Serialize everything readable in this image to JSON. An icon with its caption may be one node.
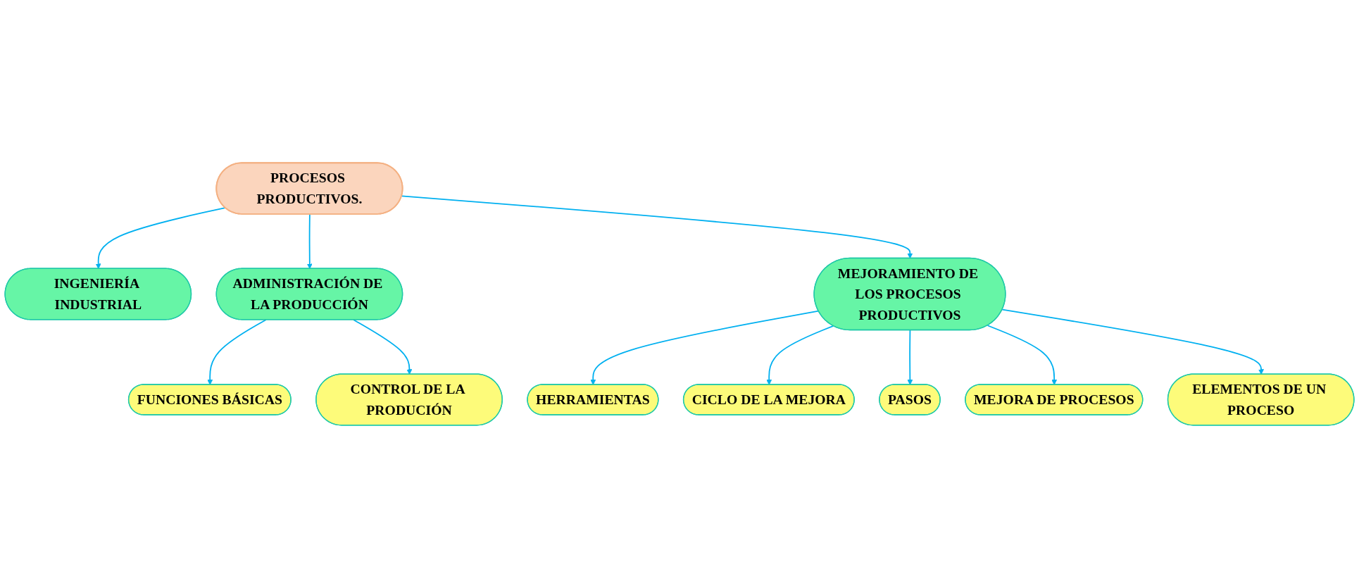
{
  "diagram": {
    "nodes": [
      {
        "text": [
          "PROCESOS PRODUCTIVOS."
        ]
      },
      {
        "text": [
          "INGENIERÍA INDUSTRIAL"
        ]
      },
      {
        "text": [
          "FUNCIONES BÁSICAS"
        ]
      },
      {
        "text": [
          "ADMINISTRACIÓN DE LA PRODUCCIÓN"
        ]
      },
      {
        "text": [
          "HERRAMIENTAS"
        ]
      },
      {
        "text": [
          "MEJORAMIENTO DE LOS PROCESOS PRODUCTIVOS"
        ]
      },
      {
        "text": [
          "CONTROL DE LA PRODUCIÓN"
        ]
      },
      {
        "text": [
          "ELEMENTOS DE UN PROCESO"
        ]
      },
      {
        "text": [
          "CICLO DE LA MEJORA"
        ]
      },
      {
        "text": [
          "PASOS"
        ]
      },
      {
        "text": [
          "MEJORA DE PROCESOS"
        ]
      }
    ],
    "edges": [
      {
        "from": 0,
        "to": 1,
        "arrow": "to"
      },
      {
        "from": 0,
        "to": 3,
        "arrow": "to"
      },
      {
        "from": 0,
        "to": 5,
        "arrow": "to"
      },
      {
        "from": 3,
        "to": 2,
        "arrow": "to"
      },
      {
        "from": 3,
        "to": 6,
        "arrow": "to"
      },
      {
        "from": 5,
        "to": 4,
        "arrow": "to"
      },
      {
        "from": 5,
        "to": 8,
        "arrow": "to"
      },
      {
        "from": 5,
        "to": 9,
        "arrow": "to"
      },
      {
        "from": 5,
        "to": 10,
        "arrow": "to"
      },
      {
        "from": 5,
        "to": 7,
        "arrow": "to"
      }
    ]
  }
}
